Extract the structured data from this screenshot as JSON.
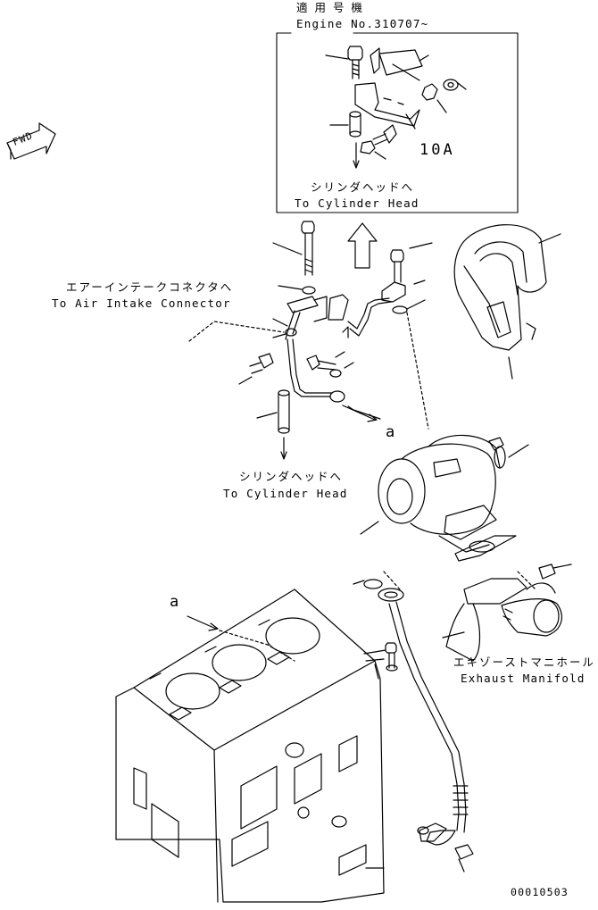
{
  "inset": {
    "jp": "適 用 号 機",
    "en": "Engine No.310707~",
    "callout": "10A",
    "dest_jp": "シリンダヘッドへ",
    "dest_en": "To Cylinder Head"
  },
  "fwd": "FWD",
  "air": {
    "jp": "エアーインテークコネクタへ",
    "en": "To Air Intake Connector"
  },
  "cyl": {
    "jp": "シリンダヘッドへ",
    "en": "To Cylinder Head"
  },
  "exhaust": {
    "jp": "エキゾーストマニホールド",
    "en": "Exhaust Manifold"
  },
  "ref_a1": "a",
  "ref_a2": "a",
  "drawing_no": "00010503"
}
